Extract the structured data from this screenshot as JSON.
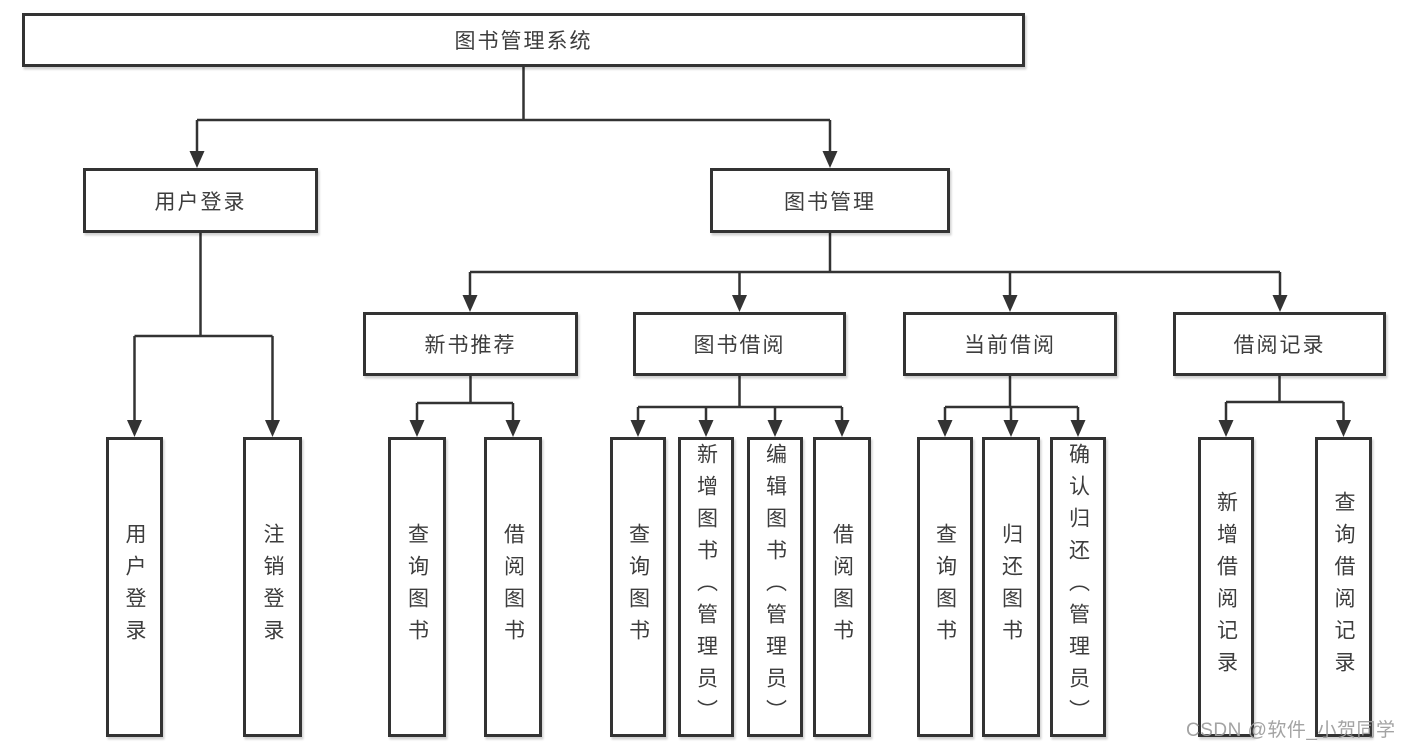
{
  "diagram": {
    "root": "图书管理系统",
    "level2": {
      "user_login": "用户登录",
      "book_management": "图书管理"
    },
    "level3": {
      "new_book_rec": "新书推荐",
      "book_borrow": "图书借阅",
      "current_borrow": "当前借阅",
      "borrow_records": "借阅记录"
    },
    "leaves": {
      "user_login_1": "用户登录",
      "user_login_2": "注销登录",
      "rec_1": "查询图书",
      "rec_2": "借阅图书",
      "borrow_1": "查询图书",
      "borrow_2": "新增图书（管理员）",
      "borrow_3": "编辑图书（管理员）",
      "borrow_4": "借阅图书",
      "current_1": "查询图书",
      "current_2": "归还图书",
      "current_3": "确认归还（管理员）",
      "records_1": "新增借阅记录",
      "records_2": "查询借阅记录"
    },
    "line_color": "#333333"
  },
  "watermark": "CSDN @软件_小贺同学"
}
